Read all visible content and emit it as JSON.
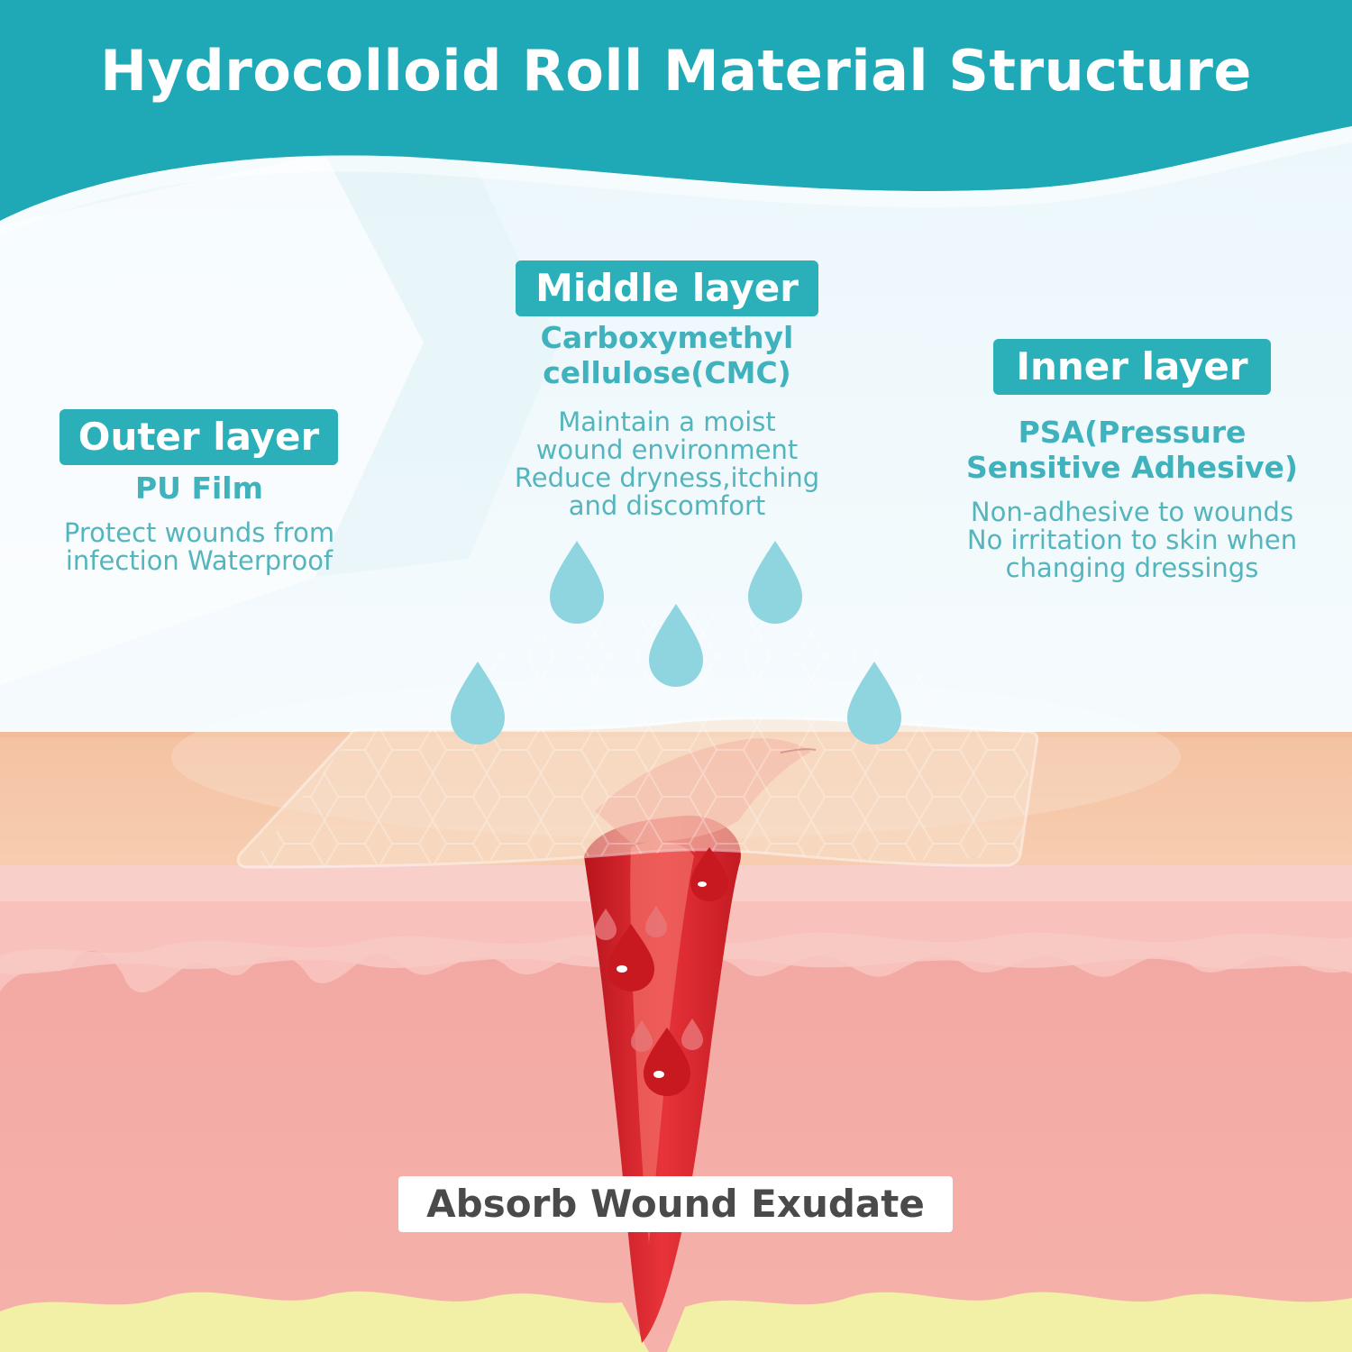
{
  "title": "Hydrocolloid Roll Material Structure",
  "layers": {
    "outer": {
      "label": "Outer layer",
      "material": "PU Film",
      "description": [
        "Protect wounds from",
        "infection Waterproof"
      ]
    },
    "middle": {
      "label": "Middle layer",
      "material": [
        "Carboxymethyl",
        "cellulose(CMC)"
      ],
      "description": [
        "Maintain a moist",
        "wound environment",
        "Reduce dryness,itching",
        "and discomfort"
      ]
    },
    "inner": {
      "label": "Inner layer",
      "material": [
        "PSA(Pressure",
        "Sensitive Adhesive)"
      ],
      "description": [
        "Non-adhesive to wounds",
        "No irritation to skin when",
        "changing dressings"
      ]
    }
  },
  "caption": "Absorb Wound Exudate",
  "colors": {
    "header_teal": "#1fa9b6",
    "badge_teal": "#2bb0ba",
    "text_teal": "#3fb2bd",
    "skin_top": "#f6c7a6",
    "skin_mid": "#f8c3bd",
    "skin_deep": "#f4a8a4",
    "fat_yellow": "#f2f0a8",
    "wound_red": "#d8222a",
    "droplet_blue": "#8fd5e0"
  },
  "icons": [
    "water-droplet-icon",
    "blood-droplet-icon",
    "hydrocolloid-patch-illustration",
    "wound-illustration",
    "skin-layers-illustration"
  ]
}
